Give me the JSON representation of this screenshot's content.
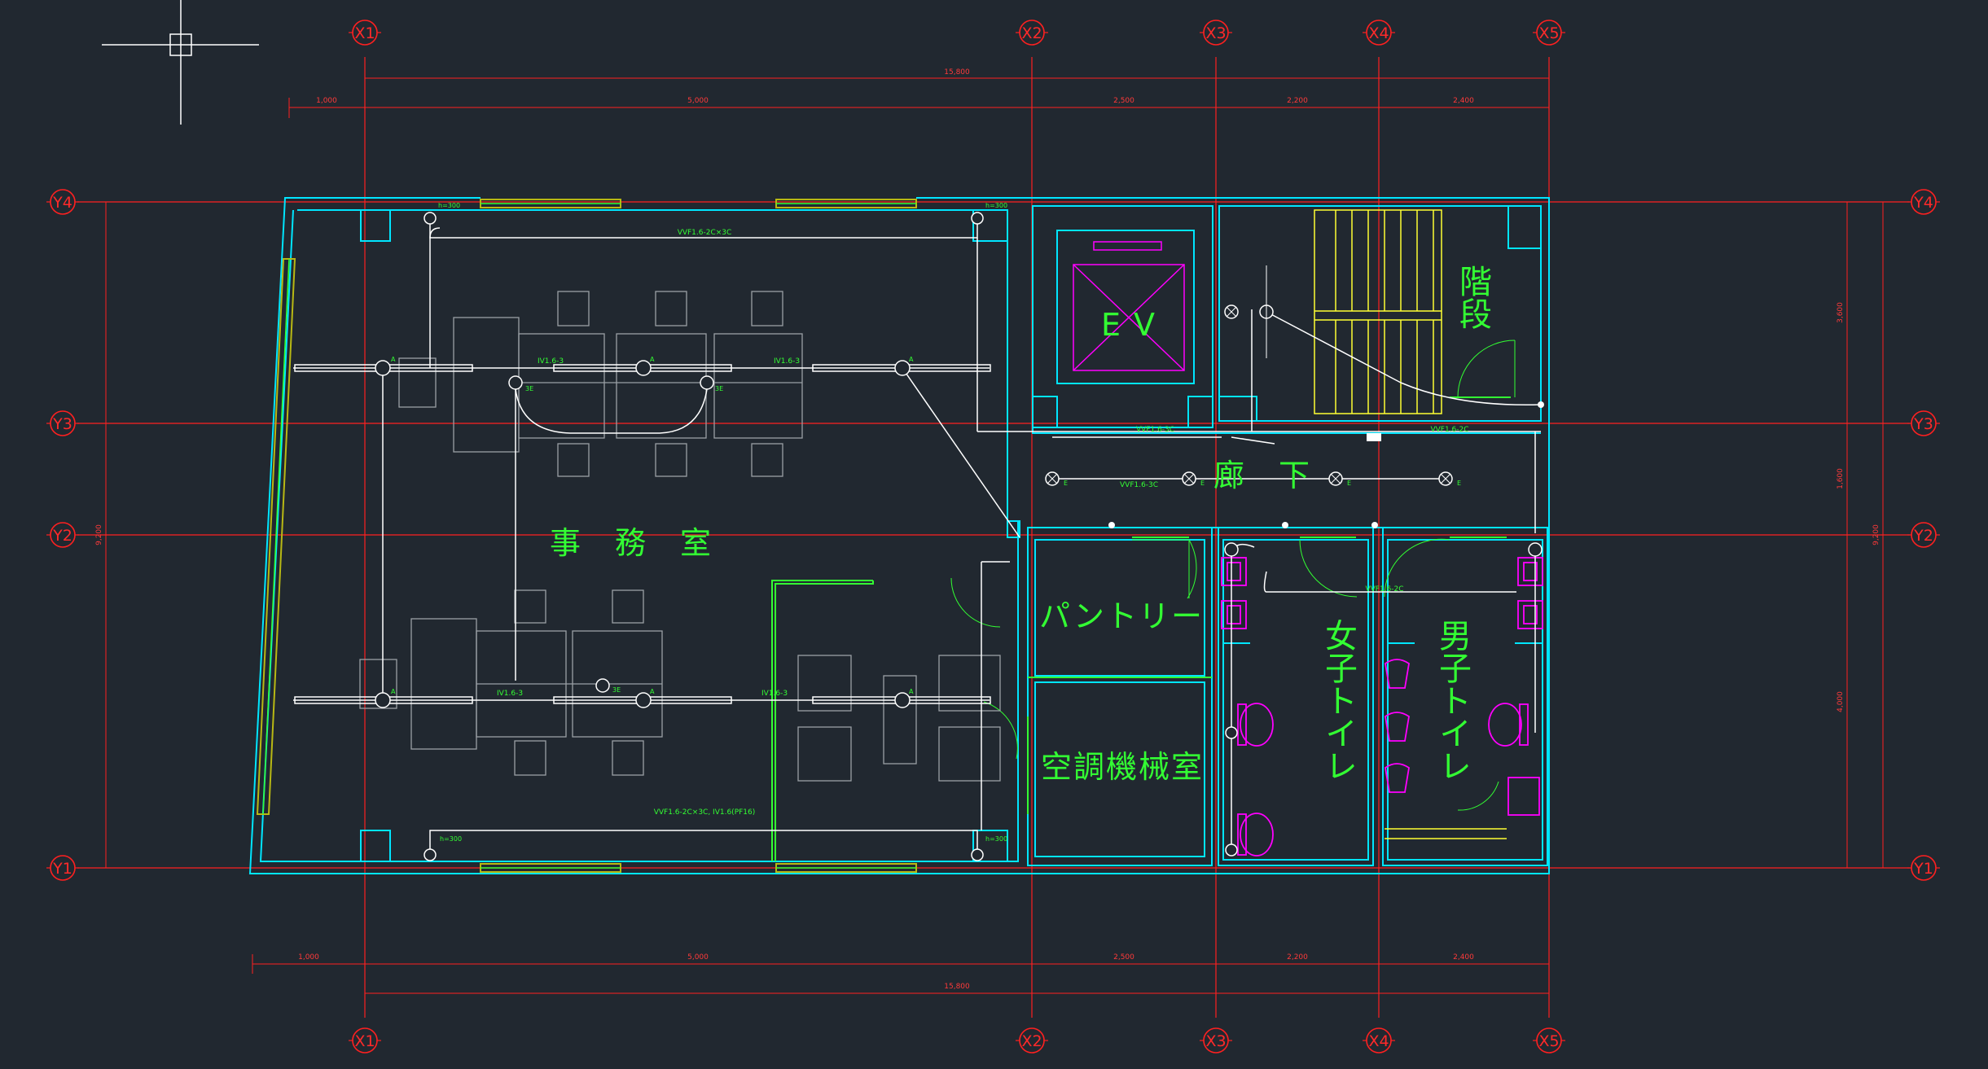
{
  "drawing": {
    "colors": {
      "background": "#212830",
      "axis": "#ff2020",
      "wall": "#00e6ff",
      "wiring": "#ffffff",
      "label": "#33ff33",
      "furniture": "#9aa0a6",
      "sanitary": "#ff00ff",
      "stairs": "#ffff33",
      "window": "#b8b814"
    },
    "x_axes": [
      "X1",
      "X2",
      "X3",
      "X4",
      "X5"
    ],
    "y_axes": [
      "Y4",
      "Y3",
      "Y2",
      "Y1"
    ],
    "rooms": {
      "office": "事　務　室",
      "ev": "E V",
      "stairs": "階段",
      "corridor": "廊　下",
      "pantry": "パントリー",
      "mech_room": "空調機械室",
      "womens_toilet": "女子トイレ",
      "mens_toilet": "男子トイレ"
    },
    "dims": {
      "top_total": "15,800",
      "top_seg_0": "1,000",
      "top_seg_1": "5,000",
      "top_seg_2": "2,500",
      "top_seg_3": "2,200",
      "top_seg_4": "2,400",
      "bottom_total": "15,800",
      "bottom_seg_0": "1,000",
      "bottom_seg_1": "5,000",
      "bottom_seg_2": "2,500",
      "bottom_seg_3": "2,200",
      "bottom_seg_4": "2,400",
      "left_total": "9,200",
      "right_total": "9,200",
      "right_seg_0": "3,600",
      "right_seg_1": "1,600",
      "right_seg_2": "4,000"
    },
    "annotations": {
      "h_top_left": "h=300",
      "h_top_right": "h=300",
      "h_bottom_left": "h=300",
      "h_bottom_right": "h=300",
      "wire_top": "VVF1.6-2C×3C",
      "wire_bottom": "VVF1.6-2C×3C, IV1.6(PF16)",
      "wire_row": "IV1.6-3",
      "wire_corridor": "VVF1.6-3C",
      "wire_toilet": "VVF1.6-2C",
      "lamp_a": "A",
      "lamp_e": "E",
      "switch_3e": "3E"
    }
  }
}
